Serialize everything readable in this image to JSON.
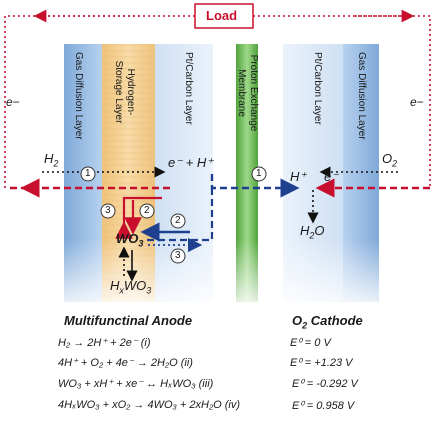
{
  "load_label": "Load",
  "electron_left": "e−",
  "electron_right": "e−",
  "layers": {
    "left_gdl": "Gas Diffusion Layer",
    "hsl": "Hydrogen-Storage Layer",
    "left_ptc": "Pt/Carbon Layer",
    "pem": "Proton Exchange Membrane",
    "right_ptc": "Pt/Carbon Layer",
    "right_gdl": "Gas Diffusion Layer"
  },
  "species": {
    "h2": "H",
    "h2_sub": "2",
    "eh": "e⁻ + H⁺",
    "wo3": "WO",
    "wo3_sub": "3",
    "hxwo3_h": "H",
    "hxwo3_x": "x",
    "hxwo3_wo": "WO",
    "hxwo3_sub": "3",
    "hplus_right": "H⁺",
    "eminus_right": "e⁻",
    "h2o_h": "H",
    "h2o_sub": "2",
    "h2o_o": "O",
    "o2": "O",
    "o2_sub": "2"
  },
  "pathway_numbers": [
    "1",
    "1",
    "2",
    "2",
    "3",
    "3"
  ],
  "anode_title": "Multifunctinal Anode",
  "cathode_title_o": "O",
  "cathode_title_sub": "2",
  "cathode_title_rest": " Cathode",
  "equations": [
    {
      "eq": "H₂ → 2H⁺ + 2e⁻    (i)",
      "e0": "E⁰ = 0 V"
    },
    {
      "eq": "4H⁺ + O₂ + 4e⁻ → 2H₂O (ii)",
      "e0": "E⁰ = +1.23 V"
    },
    {
      "eq": "WO₃ + xH⁺ + xe⁻ ↔ HₓWO₃ (iii)",
      "e0": "E⁰ = -0.292 V"
    },
    {
      "eq": "4HₓWO₃ + xO₂ → 4WO₃ + 2xH₂O  (iv)",
      "e0": "E⁰ = 0.958 V"
    }
  ],
  "colors": {
    "red": "#c8102e",
    "blue": "#1f3f8f",
    "gdl": "#a9c8ea",
    "hsl": "#f3d39a",
    "pem": "#6fbf57"
  }
}
